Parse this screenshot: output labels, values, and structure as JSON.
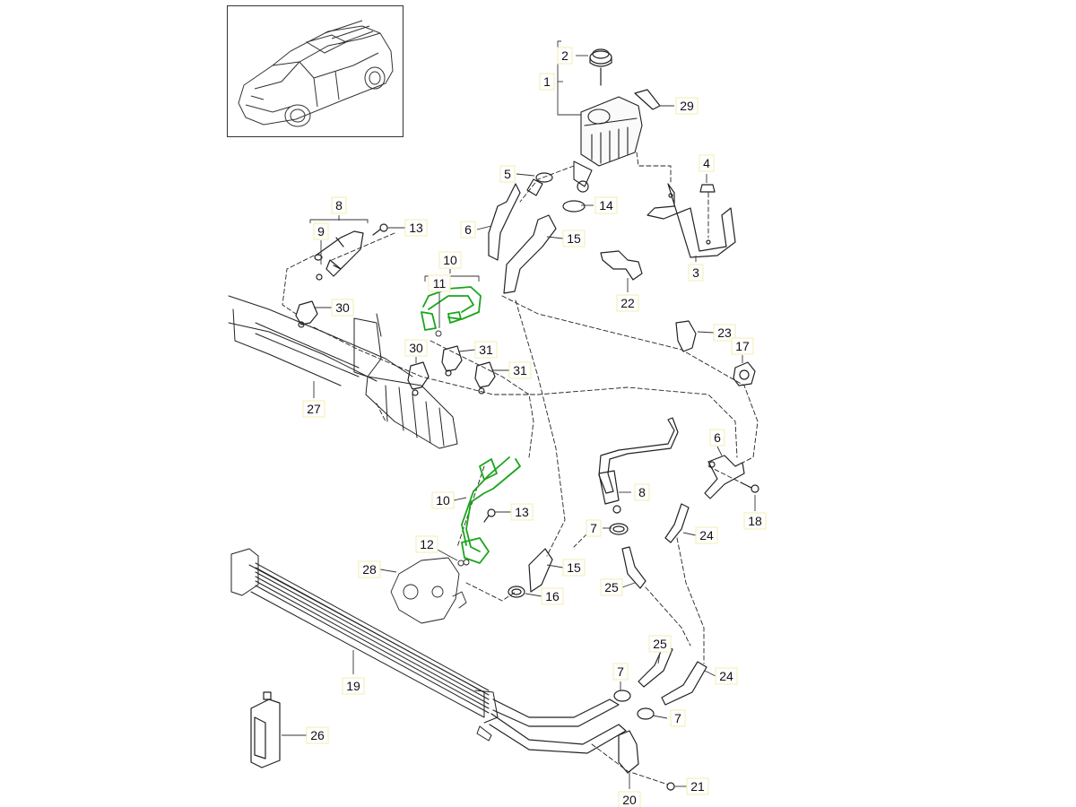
{
  "diagram": {
    "title": "Power steering hoses, reservoir and cooler exploded view",
    "thumbnail": {
      "subject": "vehicle-overview"
    },
    "highlight_color": "#1aa51a",
    "line_color": "#222222",
    "label_border_color": "#f3eeb0",
    "callouts": [
      {
        "id": "c1",
        "text": "1"
      },
      {
        "id": "c2",
        "text": "2"
      },
      {
        "id": "c29",
        "text": "29"
      },
      {
        "id": "c4",
        "text": "4"
      },
      {
        "id": "c5",
        "text": "5"
      },
      {
        "id": "c14",
        "text": "14"
      },
      {
        "id": "c6a",
        "text": "6"
      },
      {
        "id": "c15a",
        "text": "15"
      },
      {
        "id": "c3",
        "text": "3"
      },
      {
        "id": "c22",
        "text": "22"
      },
      {
        "id": "c8a",
        "text": "8"
      },
      {
        "id": "c9",
        "text": "9"
      },
      {
        "id": "c13a",
        "text": "13"
      },
      {
        "id": "c10a",
        "text": "10"
      },
      {
        "id": "c11",
        "text": "11"
      },
      {
        "id": "c30a",
        "text": "30"
      },
      {
        "id": "c30b",
        "text": "30"
      },
      {
        "id": "c31a",
        "text": "31"
      },
      {
        "id": "c31b",
        "text": "31"
      },
      {
        "id": "c27",
        "text": "27"
      },
      {
        "id": "c23",
        "text": "23"
      },
      {
        "id": "c17",
        "text": "17"
      },
      {
        "id": "c6b",
        "text": "6"
      },
      {
        "id": "c18",
        "text": "18"
      },
      {
        "id": "c8b",
        "text": "8"
      },
      {
        "id": "c7a",
        "text": "7"
      },
      {
        "id": "c24a",
        "text": "24"
      },
      {
        "id": "c10b",
        "text": "10"
      },
      {
        "id": "c13b",
        "text": "13"
      },
      {
        "id": "c12",
        "text": "12"
      },
      {
        "id": "c28",
        "text": "28"
      },
      {
        "id": "c15b",
        "text": "15"
      },
      {
        "id": "c16",
        "text": "16"
      },
      {
        "id": "c25a",
        "text": "25"
      },
      {
        "id": "c19",
        "text": "19"
      },
      {
        "id": "c25b",
        "text": "25"
      },
      {
        "id": "c24b",
        "text": "24"
      },
      {
        "id": "c7b",
        "text": "7"
      },
      {
        "id": "c7c",
        "text": "7"
      },
      {
        "id": "c26",
        "text": "26"
      },
      {
        "id": "c21",
        "text": "21"
      },
      {
        "id": "c20",
        "text": "20"
      }
    ]
  }
}
